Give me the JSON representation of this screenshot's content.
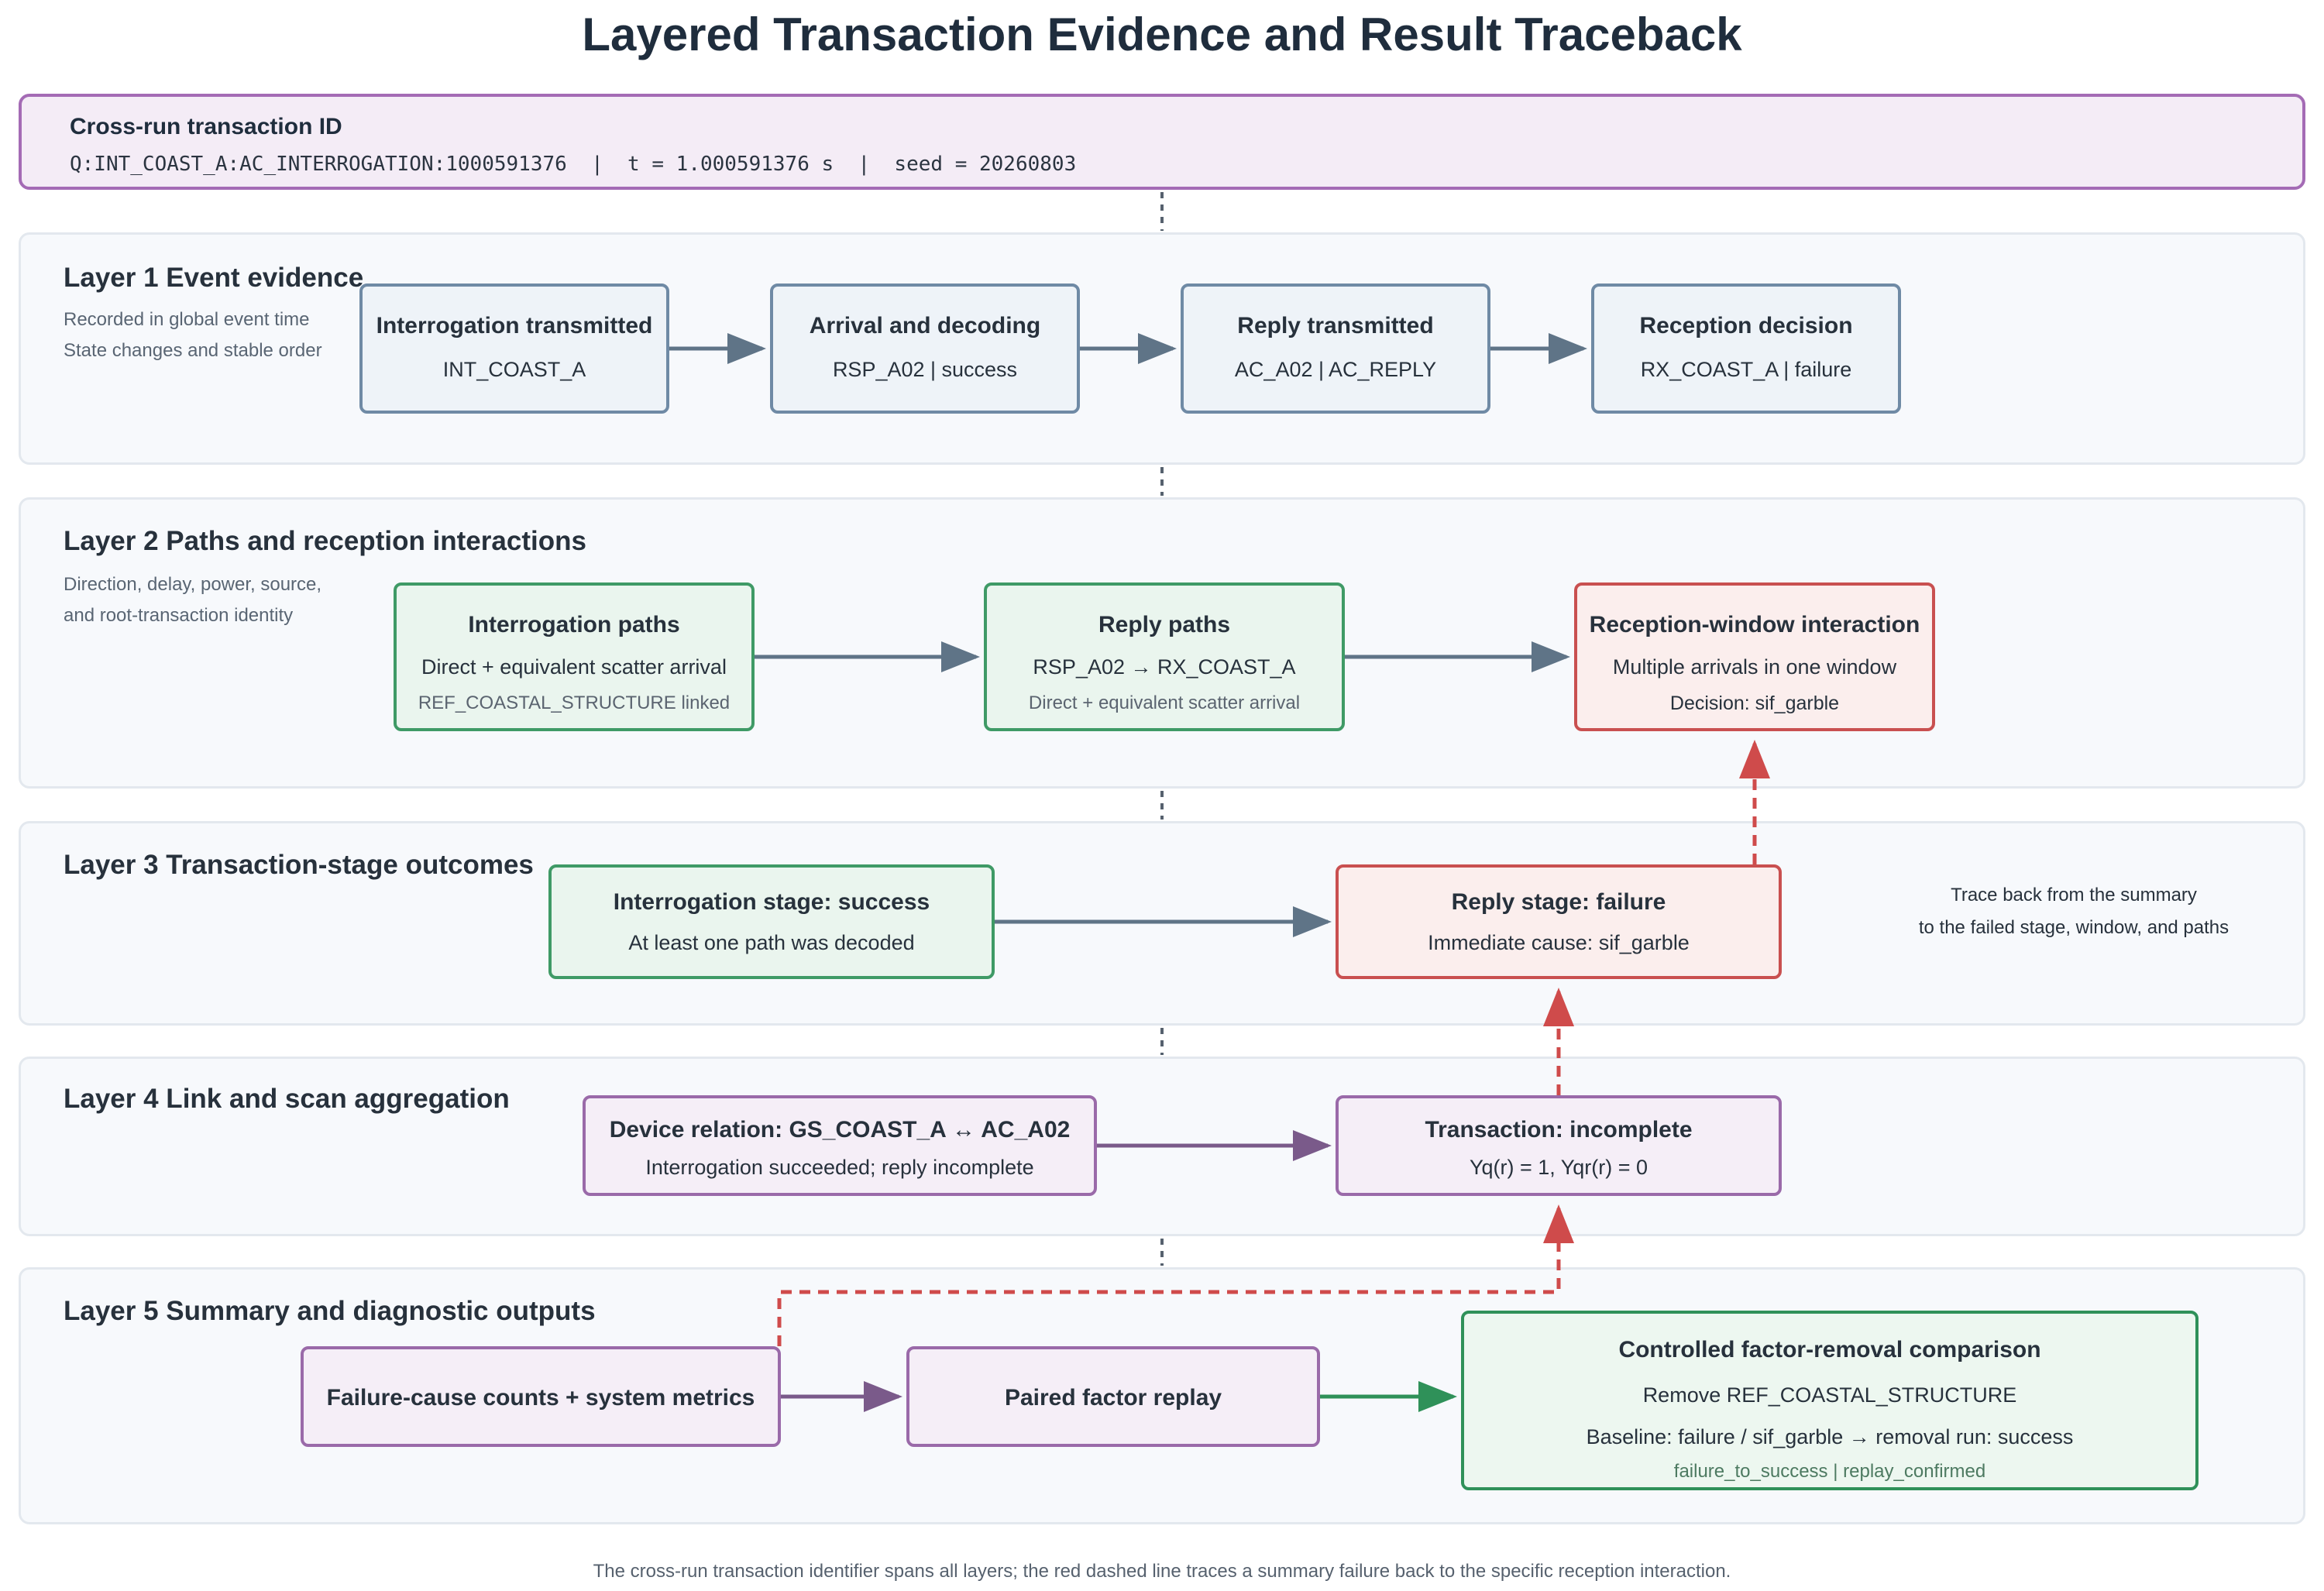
{
  "title": "Layered Transaction Evidence and Result Traceback",
  "transaction": {
    "label": "Cross-run transaction ID",
    "value": "Q:INT_COAST_A:AC_INTERROGATION:1000591376  |  t = 1.000591376 s  |  seed = 20260803"
  },
  "layer1": {
    "title": "Layer 1 Event evidence",
    "sub1": "Recorded in global event time",
    "sub2": "State changes and stable order",
    "nodes": [
      {
        "title": "Interrogation transmitted",
        "sub": "INT_COAST_A"
      },
      {
        "title": "Arrival and decoding",
        "sub": "RSP_A02 | success"
      },
      {
        "title": "Reply transmitted",
        "sub": "AC_A02 | AC_REPLY"
      },
      {
        "title": "Reception decision",
        "sub": "RX_COAST_A | failure"
      }
    ]
  },
  "layer2": {
    "title": "Layer 2 Paths and reception interactions",
    "sub1": "Direction, delay, power, source,",
    "sub2": "and root-transaction identity",
    "nodes": [
      {
        "title": "Interrogation paths",
        "sub": "Direct + equivalent scatter arrival",
        "meta": "REF_COASTAL_STRUCTURE linked"
      },
      {
        "title": "Reply paths",
        "sub": "RSP_A02 → RX_COAST_A",
        "meta": "Direct + equivalent scatter arrival"
      },
      {
        "title": "Reception-window interaction",
        "sub": "Multiple arrivals in one window",
        "meta": "Decision: sif_garble"
      }
    ]
  },
  "layer3": {
    "title": "Layer 3 Transaction-stage outcomes",
    "nodes": [
      {
        "title": "Interrogation stage: success",
        "sub": "At least one path was decoded"
      },
      {
        "title": "Reply stage: failure",
        "sub": "Immediate cause: sif_garble"
      }
    ],
    "note1": "Trace back from the summary",
    "note2": "to the failed stage, window, and paths"
  },
  "layer4": {
    "title": "Layer 4 Link and scan aggregation",
    "nodes": [
      {
        "title": "Device relation: GS_COAST_A ↔ AC_A02",
        "sub": "Interrogation succeeded; reply incomplete"
      },
      {
        "title": "Transaction: incomplete",
        "sub": "Yq(r) = 1,  Yqr(r) = 0"
      }
    ]
  },
  "layer5": {
    "title": "Layer 5 Summary and diagnostic outputs",
    "nodes": [
      {
        "title": "Failure-cause counts + system metrics"
      },
      {
        "title": "Paired factor replay"
      },
      {
        "title": "Controlled factor-removal comparison",
        "sub1": "Remove REF_COASTAL_STRUCTURE",
        "sub2": "Baseline: failure / sif_garble → removal run: success",
        "meta": "failure_to_success | replay_confirmed"
      }
    ]
  },
  "footer": "The cross-run transaction identifier spans all layers; the red dashed line traces a summary failure back to the specific reception interaction.",
  "colors": {
    "arrow": "#5f7487",
    "trace": "#cf4b4b",
    "green_arrow": "#2f9159",
    "purple_arrow": "#7a5a8a"
  }
}
